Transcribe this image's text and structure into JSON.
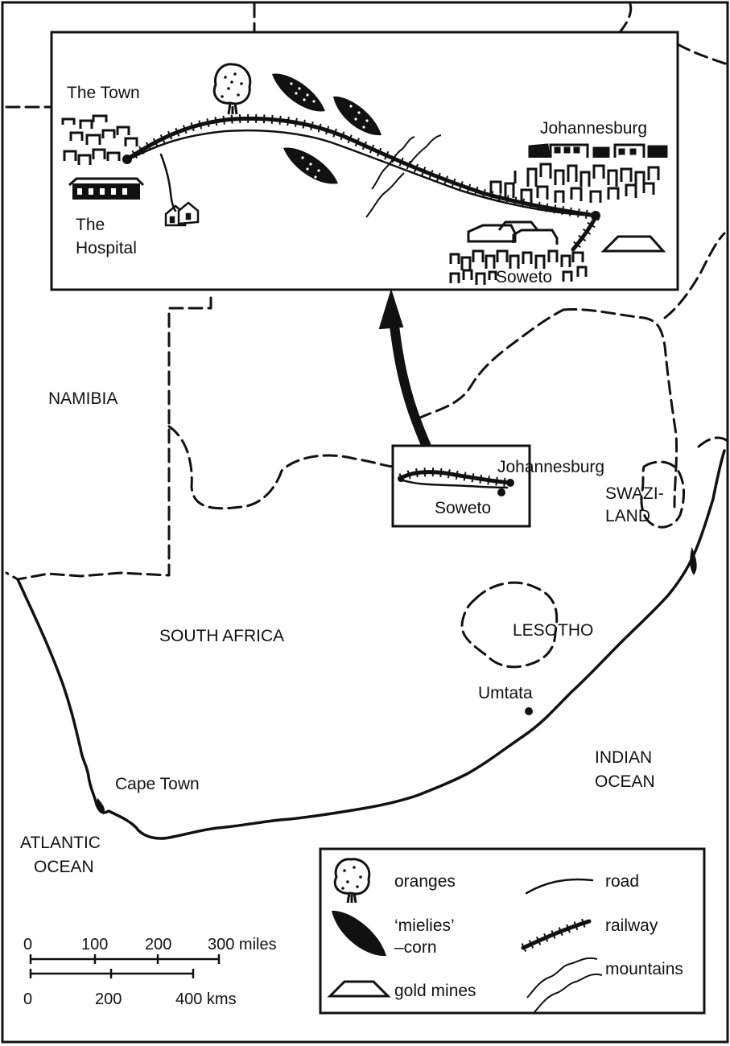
{
  "inset": {
    "labels": {
      "the_town": "The Town",
      "the_hospital_1": "The",
      "the_hospital_2": "Hospital",
      "johannesburg": "Johannesburg",
      "soweto": "Soweto"
    }
  },
  "locator": {
    "johannesburg": "Johannesburg",
    "soweto": "Soweto"
  },
  "regions": {
    "namibia": "NAMIBIA",
    "south_africa": "SOUTH AFRICA",
    "lesotho": "LESOTHO",
    "swaziland_1": "SWAZI-",
    "swaziland_2": "LAND",
    "indian_ocean_1": "INDIAN",
    "indian_ocean_2": "OCEAN",
    "atlantic_ocean_1": "ATLANTIC",
    "atlantic_ocean_2": "OCEAN"
  },
  "cities": {
    "cape_town": "Cape Town",
    "umtata": "Umtata"
  },
  "legend": {
    "oranges": "oranges",
    "mielies_1": "‘mielies’",
    "mielies_2": "–corn",
    "gold_mines": "gold mines",
    "road": "road",
    "railway": "railway",
    "mountains": "mountains"
  },
  "scale": {
    "miles_ticks": [
      "0",
      "100",
      "200",
      "300 miles"
    ],
    "km_ticks": [
      "0",
      "200",
      "400 kms"
    ]
  },
  "icons": [
    "orange-tree-icon",
    "corn-leaf-icon",
    "gold-mine-icon",
    "house-icon",
    "hospital-icon",
    "arrow-icon"
  ],
  "colors": {
    "ink": "#111111",
    "paper": "#ffffff"
  }
}
